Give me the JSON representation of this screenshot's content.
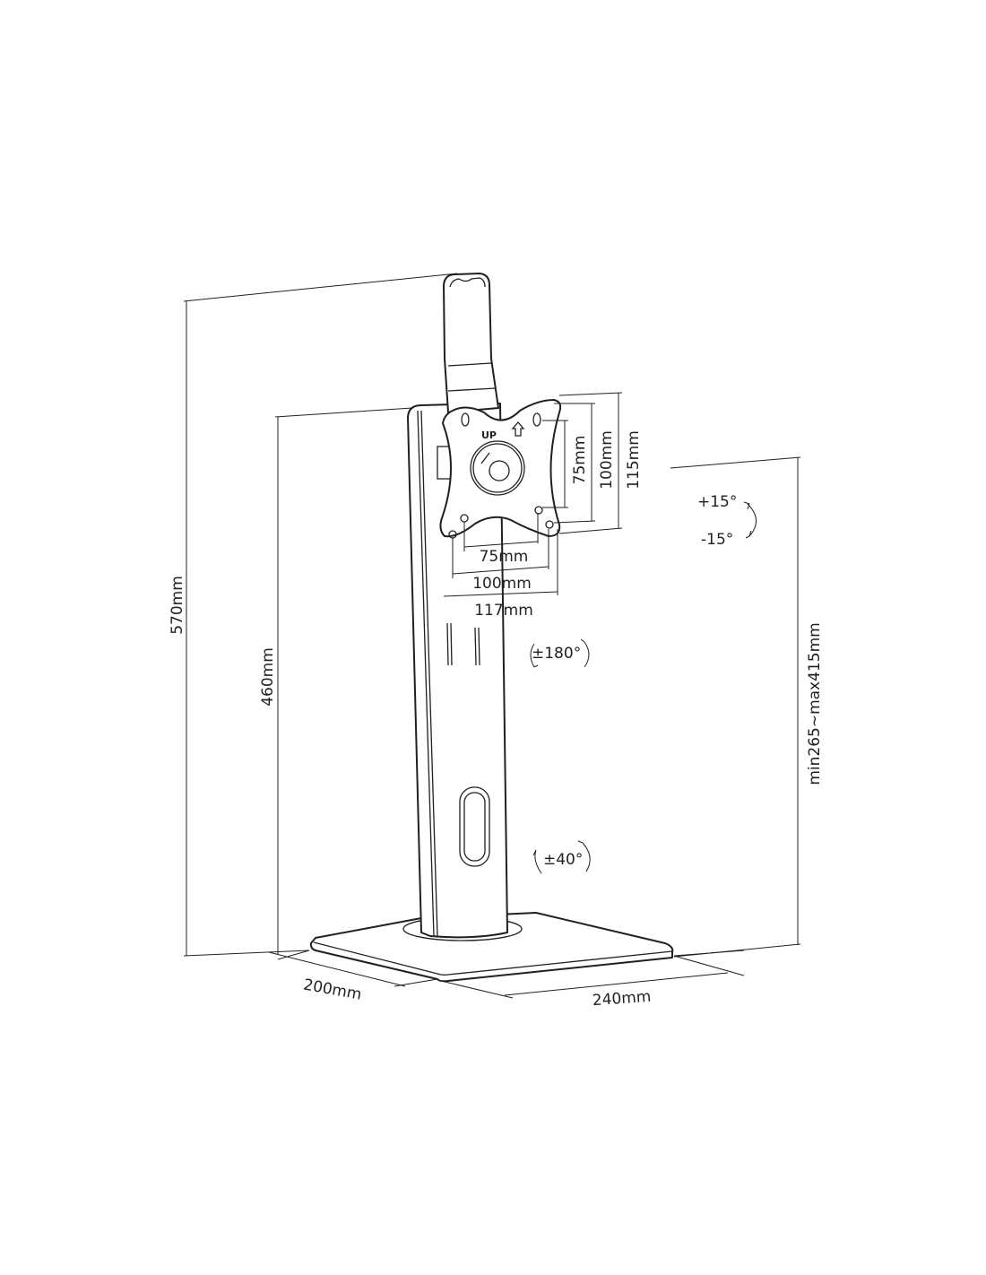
{
  "dimensions": {
    "total_height": "570mm",
    "column_height": "460mm",
    "height_range": "min265~max415mm",
    "base_depth": "200mm",
    "base_width": "240mm",
    "vesa_h_75": "75mm",
    "vesa_h_100": "100mm",
    "plate_width": "117mm",
    "vesa_v_75": "75mm",
    "vesa_v_100": "100mm",
    "plate_height": "115mm"
  },
  "angles": {
    "tilt_up": "+15°",
    "tilt_down": "-15°",
    "rotation": "±180°",
    "swivel": "±40°"
  },
  "plate_label": "UP"
}
